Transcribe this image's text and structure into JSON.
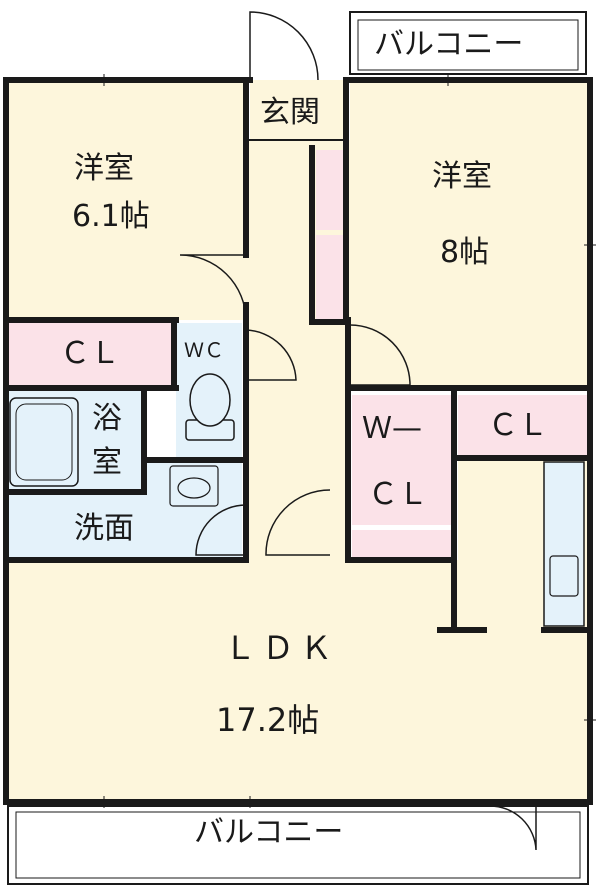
{
  "plan": {
    "balcony_top": "バルコニー",
    "balcony_bottom": "バルコニー",
    "entrance": "玄関",
    "room_left_name": "洋室",
    "room_left_size": "6.1帖",
    "room_right_name": "洋室",
    "room_right_size": "8帖",
    "closet_left": "ＣＬ",
    "closet_right": "ＣＬ",
    "toilet": "ＷＣ",
    "bath_line1": "浴",
    "bath_line2": "室",
    "washroom": "洗面",
    "walkin_line1": "Ｗ—",
    "walkin_line2": "ＣＬ",
    "ldk_name": "ＬＤＫ",
    "ldk_size": "17.2帖"
  },
  "colors": {
    "room_fill": "#fdf6dc",
    "closet_fill": "#fbe2e8",
    "wet_fill": "#e4f2fa",
    "wall": "#1a1a1a",
    "background": "#ffffff"
  }
}
